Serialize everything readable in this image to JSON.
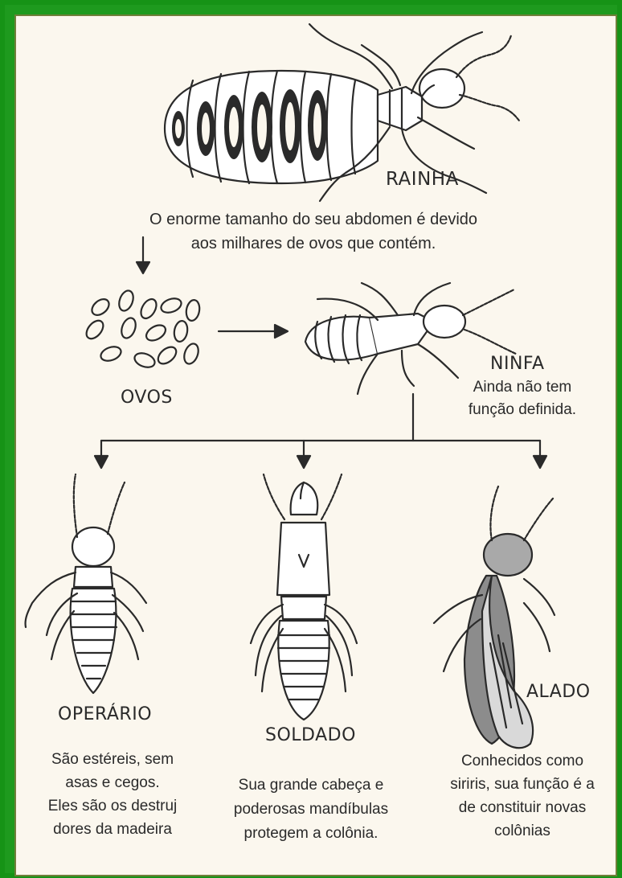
{
  "diagram": {
    "queen": {
      "label": "RAINHA",
      "caption": [
        "O enorme tamanho do seu abdomen é devido",
        "aos milhares de ovos que contém."
      ]
    },
    "eggs": {
      "label": "OVOS"
    },
    "nymph": {
      "label": "NINFA",
      "caption": [
        "Ainda não tem",
        "função definida."
      ]
    },
    "worker": {
      "label": "OPERÁRIO",
      "caption": [
        "São estéreis, sem",
        "asas e cegos.",
        "Eles são os destruj",
        "dores da madeira"
      ]
    },
    "soldier": {
      "label": "SOLDADO",
      "caption": [
        "Sua grande cabeça e",
        "poderosas mandíbulas",
        "protegem a colônia."
      ]
    },
    "winged": {
      "label": "ALADO",
      "caption": [
        "Conhecidos como",
        "siriris, sua função é a",
        "de constituir novas",
        "colônias"
      ]
    },
    "colors": {
      "frame": "#1e9a1e",
      "panel": "#fbf7ee",
      "ink": "#2a2a2a"
    }
  }
}
